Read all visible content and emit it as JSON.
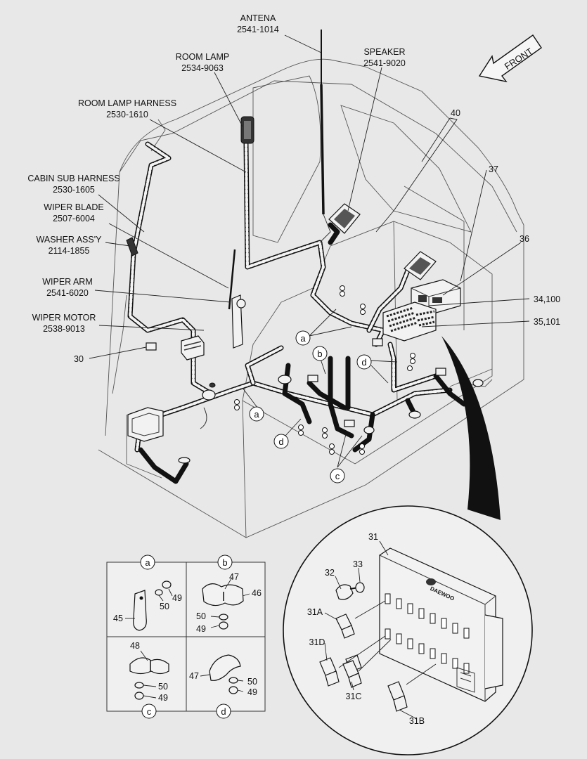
{
  "labels": {
    "antena": {
      "name": "ANTENA",
      "code": "2541-1014"
    },
    "room_lamp": {
      "name": "ROOM LAMP",
      "code": "2534-9063"
    },
    "room_lamp_harness": {
      "name": "ROOM LAMP HARNESS",
      "code": "2530-1610"
    },
    "cabin_sub_harness": {
      "name": "CABIN SUB HARNESS",
      "code": "2530-1605"
    },
    "wiper_blade": {
      "name": "WIPER BLADE",
      "code": "2507-6004"
    },
    "washer_assy": {
      "name": "WASHER ASS'Y",
      "code": "2114-1855"
    },
    "wiper_arm": {
      "name": "WIPER ARM",
      "code": "2541-6020"
    },
    "wiper_motor": {
      "name": "WIPER MOTOR",
      "code": "2538-9013"
    },
    "speaker": {
      "name": "SPEAKER",
      "code": "2541-9020"
    }
  },
  "front_label": "FRONT",
  "callouts": {
    "n30": "30",
    "n40": "40",
    "n37": "37",
    "n36": "36",
    "n34_100": "34,100",
    "n35_101": "35,101",
    "n31": "31",
    "n32": "32",
    "n33": "33",
    "n31A": "31A",
    "n31D": "31D",
    "n31C": "31C",
    "n31B": "31B"
  },
  "detail_letters": {
    "a": "a",
    "b": "b",
    "c": "c",
    "d": "d"
  },
  "detail_callouts": {
    "a45": "45",
    "a50": "50",
    "a49": "49",
    "b47": "47",
    "b46": "46",
    "b50": "50",
    "b49": "49",
    "c48": "48",
    "c50": "50",
    "c49": "49",
    "d47": "47",
    "d50": "50",
    "d49": "49"
  },
  "brand_mark": "DAEWOO"
}
